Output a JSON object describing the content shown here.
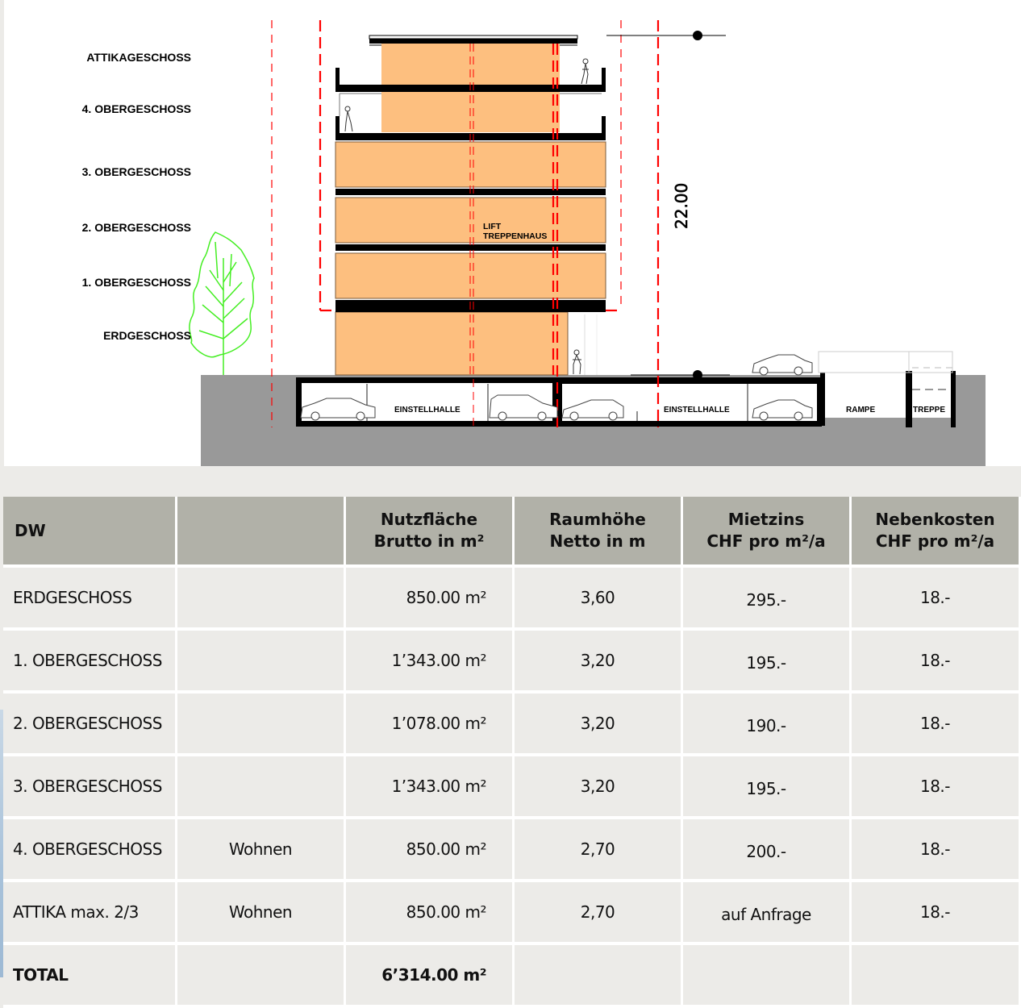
{
  "drawing": {
    "floor_labels": [
      "ATTIKAGESCHOSS",
      "4. OBERGESCHOSS",
      "3. OBERGESCHOSS",
      "2. OBERGESCHOSS",
      "1. OBERGESCHOSS",
      "ERDGESCHOSS"
    ],
    "core_label_line1": "LIFT",
    "core_label_line2": "TREPPENHAUS",
    "height_dimension": "22.00",
    "garage_label_left": "EINSTELLHALLE",
    "garage_label_right": "EINSTELLHALLE",
    "ramp_label": "RAMPE",
    "stair_label": "TREPPE",
    "colors": {
      "floor_fill": "#fdbf7f",
      "boundary_line": "#ff0000",
      "ground": "#999999",
      "tree": "#44ee22"
    }
  },
  "table": {
    "headers": [
      {
        "line1": "DW",
        "line2": ""
      },
      {
        "line1": "",
        "line2": ""
      },
      {
        "line1": "Nutzfläche",
        "line2": "Brutto in m²"
      },
      {
        "line1": "Raumhöhe",
        "line2": "Netto in m"
      },
      {
        "line1": "Mietzins",
        "line2": "CHF pro m²/a"
      },
      {
        "line1": "Nebenkosten",
        "line2": "CHF pro m²/a"
      }
    ],
    "rows": [
      {
        "floor": "ERDGESCHOSS",
        "use": "",
        "area": "850.00 m²",
        "height": "3,60",
        "rent": "295.-",
        "costs": "18.-"
      },
      {
        "floor": "1. OBERGESCHOSS",
        "use": "",
        "area": "1’343.00 m²",
        "height": "3,20",
        "rent": "195.-",
        "costs": "18.-"
      },
      {
        "floor": "2. OBERGESCHOSS",
        "use": "",
        "area": "1’078.00 m²",
        "height": "3,20",
        "rent": "190.-",
        "costs": "18.-"
      },
      {
        "floor": "3. OBERGESCHOSS",
        "use": "",
        "area": "1’343.00 m²",
        "height": "3,20",
        "rent": "195.-",
        "costs": "18.-"
      },
      {
        "floor": "4. OBERGESCHOSS",
        "use": "Wohnen",
        "area": "850.00 m²",
        "height": "2,70",
        "rent": "200.-",
        "costs": "18.-"
      },
      {
        "floor": "ATTIKA max. 2/3",
        "use": "Wohnen",
        "area": "850.00 m²",
        "height": "2,70",
        "rent": "auf Anfrage",
        "costs": "18.-"
      }
    ],
    "total": {
      "floor": "TOTAL",
      "use": "",
      "area": "6’314.00 m²",
      "height": "",
      "rent": "",
      "costs": ""
    }
  }
}
